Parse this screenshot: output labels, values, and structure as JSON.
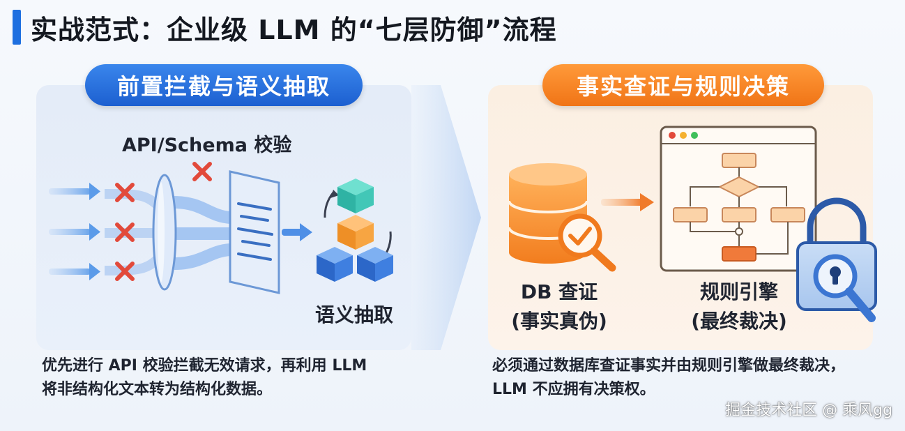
{
  "title": "实战范式：企业级 LLM 的“七层防御”流程",
  "left_section": {
    "header": "前置拦截与语义抽取",
    "schema_label": "API/Schema 校验",
    "semantic_label": "语义抽取",
    "caption_line1": "优先进行 API 校验拦截无效请求，再利用 LLM",
    "caption_line2": "将非结构化文本转为结构化数据。"
  },
  "right_section": {
    "header": "事实查证与规则决策",
    "db_label_line1": "DB 查证",
    "db_label_line2": "(事实真伪)",
    "rules_label_line1": "规则引擎",
    "rules_label_line2": "(最终裁决)",
    "caption_line1": "必须通过数据库查证事实并由规则引擎做最终裁决，",
    "caption_line2": "LLM 不应拥有决策权。"
  },
  "watermark": "掘金技术社区 @ 乘风gg",
  "colors": {
    "accent_blue": "#1e6fe0",
    "accent_orange": "#f07416",
    "reject_red": "#e24a3b",
    "cube_teal": "#3fbfb0",
    "cube_orange": "#f5a03a",
    "cube_blue": "#3a78d8"
  },
  "icons": [
    "reject-x-icon",
    "filter-lens-icon",
    "document-scan-icon",
    "cube-stack-icon",
    "database-icon",
    "magnifier-check-icon",
    "flowchart-window-icon",
    "padlock-icon"
  ]
}
